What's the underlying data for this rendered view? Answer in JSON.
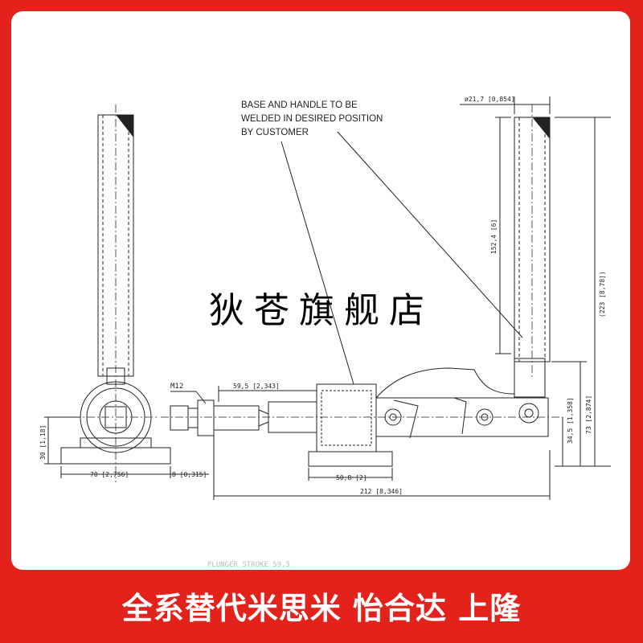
{
  "watermark": "狄苍旗舰店",
  "banner": "全系替代米思米 怡合达 上隆",
  "note": {
    "line1": "BASE AND HANDLE TO BE",
    "line2": "WELDED IN DESIRED POSITION",
    "line3": "BY CUSTOMER"
  },
  "dims": {
    "handle_dia": "ø21,7 [0,854]",
    "handle_len": "152,4 [6]",
    "total_height": "(223 [8,78])",
    "thread": "M12",
    "stroke": "59,5 [2,343]",
    "base_h": "30 [1,18]",
    "base_w": "70 [2,756]",
    "base_t": "8 [0,315]",
    "foot_w": "50,8 [2]",
    "total_len": "212 [8,346]",
    "axis_h": "34,5 [1,358]",
    "body_h": "73 [2,874]"
  },
  "footer_faint": "PLUNGER STROKE 59,5"
}
